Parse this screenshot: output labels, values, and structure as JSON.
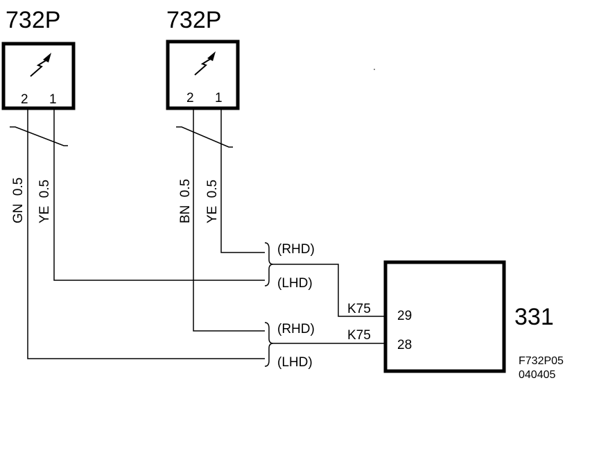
{
  "components": [
    {
      "id": "left",
      "label": "732P",
      "pins": [
        "2",
        "1"
      ]
    },
    {
      "id": "right",
      "label": "732P",
      "pins": [
        "2",
        "1"
      ]
    }
  ],
  "wires": [
    {
      "color": "GN",
      "size": "0.5"
    },
    {
      "color": "YE",
      "size": "0.5"
    },
    {
      "color": "BN",
      "size": "0.5"
    },
    {
      "color": "YE",
      "size": "0.5"
    }
  ],
  "variants": {
    "rhd": "(RHD)",
    "lhd": "(LHD)"
  },
  "connector": "K75",
  "module": {
    "label": "331",
    "pins": [
      "29",
      "28"
    ]
  },
  "ref_code": "F732P05",
  "ref_date": "040405"
}
